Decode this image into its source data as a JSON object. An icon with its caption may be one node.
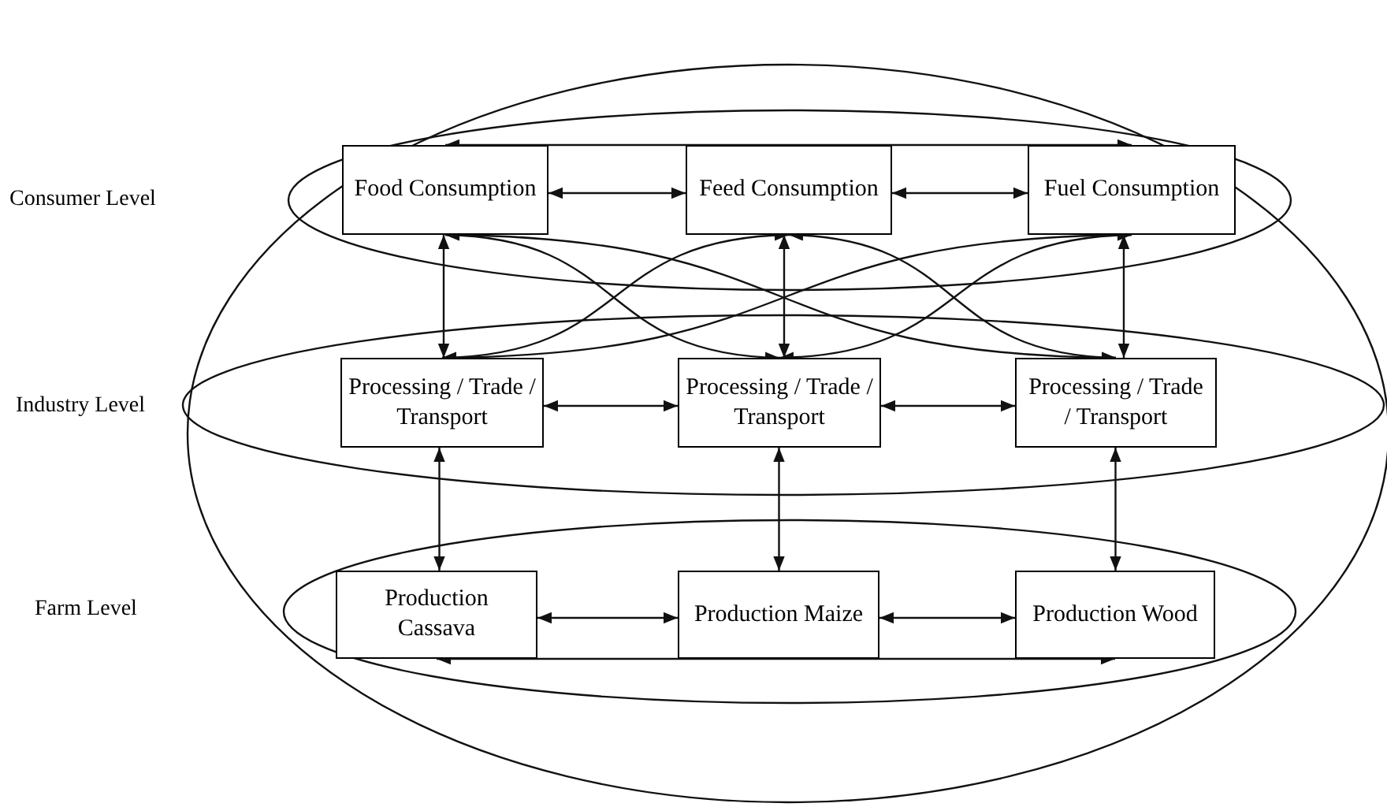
{
  "diagram": {
    "nodes": [
      {
        "text": [
          "Food Consumption"
        ]
      },
      {
        "text": [
          "Feed Consumption"
        ]
      },
      {
        "text": [
          "Fuel Consumption"
        ]
      },
      {
        "text": [
          "Processing / Trade / Transport"
        ]
      },
      {
        "text": [
          "Processing / Trade / Transport"
        ]
      },
      {
        "text": [
          "Processing / Trade / Transport"
        ]
      },
      {
        "text": [
          "Production Cassava"
        ]
      },
      {
        "text": [
          "Production Maize"
        ]
      },
      {
        "text": [
          "Production Wood"
        ]
      }
    ],
    "edges": [
      {
        "from": 0,
        "to": 1,
        "arrow": "both"
      },
      {
        "from": 1,
        "to": 2,
        "arrow": "both"
      },
      {
        "from": 0,
        "to": 2,
        "arrow": "both"
      },
      {
        "from": 3,
        "to": 4,
        "arrow": "both"
      },
      {
        "from": 4,
        "to": 5,
        "arrow": "both"
      },
      {
        "from": 6,
        "to": 7,
        "arrow": "both"
      },
      {
        "from": 7,
        "to": 8,
        "arrow": "both"
      },
      {
        "from": 6,
        "to": 8,
        "arrow": "both"
      },
      {
        "from": 0,
        "to": 3,
        "arrow": "both"
      },
      {
        "from": 1,
        "to": 4,
        "arrow": "both"
      },
      {
        "from": 2,
        "to": 5,
        "arrow": "both"
      },
      {
        "from": 3,
        "to": 6,
        "arrow": "both"
      },
      {
        "from": 4,
        "to": 7,
        "arrow": "both"
      },
      {
        "from": 5,
        "to": 8,
        "arrow": "both"
      },
      {
        "from": 0,
        "to": 4,
        "arrow": "both"
      },
      {
        "from": 1,
        "to": 3,
        "arrow": "both"
      },
      {
        "from": 1,
        "to": 5,
        "arrow": "both"
      },
      {
        "from": 2,
        "to": 4,
        "arrow": "both"
      },
      {
        "from": 0,
        "to": 5,
        "arrow": "both"
      },
      {
        "from": 2,
        "to": 3,
        "arrow": "both"
      }
    ],
    "labels": [
      "Consumer Level",
      "Industry Level",
      "Farm Level"
    ]
  }
}
